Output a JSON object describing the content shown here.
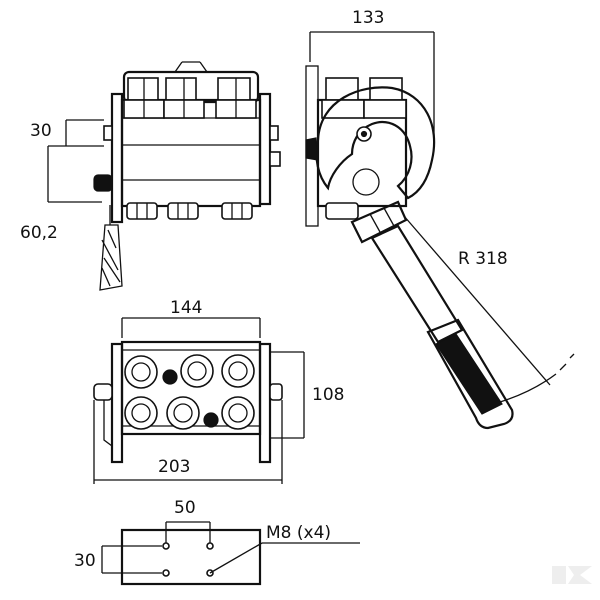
{
  "dimensions": {
    "top_width": "133",
    "left_height_30": "30",
    "left_height_602": "60,2",
    "radius": "R 318",
    "width_144": "144",
    "height_108": "108",
    "width_203": "203",
    "hole_spacing": "50",
    "hole_height": "30",
    "bolt_spec": "M8 (x4)"
  }
}
